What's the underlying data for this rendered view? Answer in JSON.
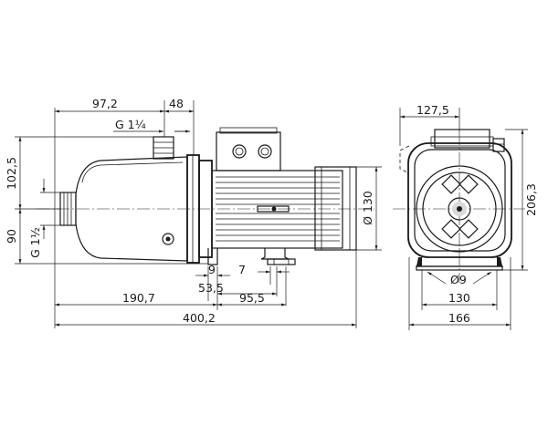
{
  "dimensions": {
    "d97_2": "97,2",
    "d48": "48",
    "g_1_4": "G 1¼",
    "d102_5": "102,5",
    "d90": "90",
    "g_1_1_2": "G 1½",
    "d9": "9",
    "d7": "7",
    "d53_5": "53,5",
    "d190_7": "190,7",
    "d95_5": "95,5",
    "d400_2": "400,2",
    "dia130": "Ø 130",
    "d127_5": "127,5",
    "d206_3": "206,3",
    "dia9": "Ø9",
    "d130": "130",
    "d166": "166"
  }
}
